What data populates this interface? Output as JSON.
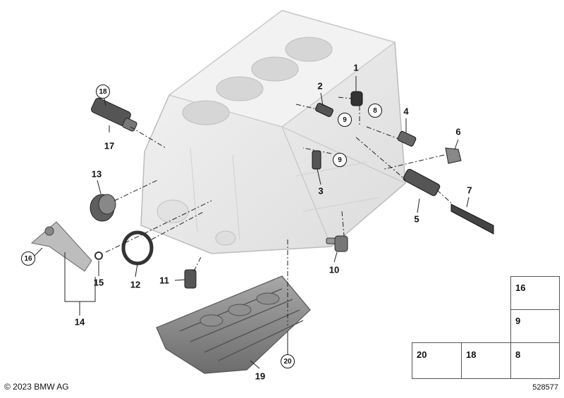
{
  "diagram": {
    "part_labels": [
      {
        "id": "p1",
        "text": "1"
      },
      {
        "id": "p2",
        "text": "2"
      },
      {
        "id": "p3",
        "text": "3"
      },
      {
        "id": "p4",
        "text": "4"
      },
      {
        "id": "p5",
        "text": "5"
      },
      {
        "id": "p6",
        "text": "6"
      },
      {
        "id": "p7",
        "text": "7"
      },
      {
        "id": "p10",
        "text": "10"
      },
      {
        "id": "p11",
        "text": "11"
      },
      {
        "id": "p12",
        "text": "12"
      },
      {
        "id": "p13",
        "text": "13"
      },
      {
        "id": "p14",
        "text": "14"
      },
      {
        "id": "p15",
        "text": "15"
      },
      {
        "id": "p17",
        "text": "17"
      },
      {
        "id": "p19",
        "text": "19"
      }
    ],
    "circled_labels": [
      {
        "id": "c8",
        "text": "8"
      },
      {
        "id": "c9a",
        "text": "9"
      },
      {
        "id": "c9b",
        "text": "9"
      },
      {
        "id": "c16",
        "text": "16"
      },
      {
        "id": "c18",
        "text": "18"
      },
      {
        "id": "c20",
        "text": "20"
      }
    ],
    "fastener_table": [
      {
        "id": "f16",
        "text": "16"
      },
      {
        "id": "f9",
        "text": "9"
      },
      {
        "id": "f20",
        "text": "20"
      },
      {
        "id": "f18",
        "text": "18"
      },
      {
        "id": "f8",
        "text": "8"
      }
    ]
  },
  "footer": {
    "copyright": "© 2023 BMW AG",
    "document_number": "528577"
  },
  "colors": {
    "block_fill": "#ececec",
    "block_stroke": "#b9b9b9",
    "part_dark": "#4a4a4a",
    "part_mid": "#8a8a8a",
    "leader": "#222222"
  }
}
